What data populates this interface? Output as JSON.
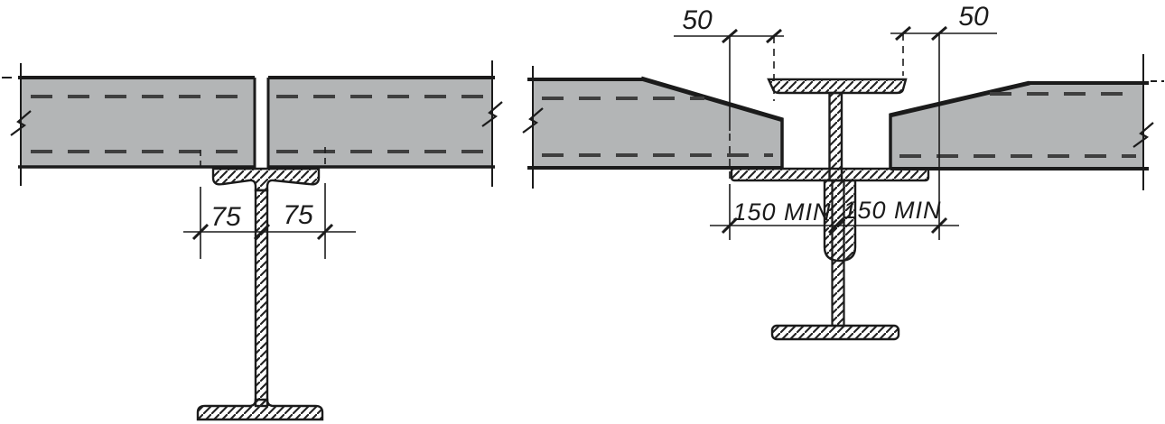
{
  "drawing": {
    "background": "#ffffff",
    "line_color": "#1b1b1b",
    "slab_fill": "#b3b5b6",
    "core_line_color": "#3f3f3f",
    "details": {
      "left": {
        "dims": {
          "bearing_left": "75",
          "bearing_right": "75"
        }
      },
      "right": {
        "dims": {
          "clearance_left": "50",
          "clearance_right": "50",
          "bearing_left": "150 MIN",
          "bearing_right": "150 MIN"
        }
      }
    }
  }
}
